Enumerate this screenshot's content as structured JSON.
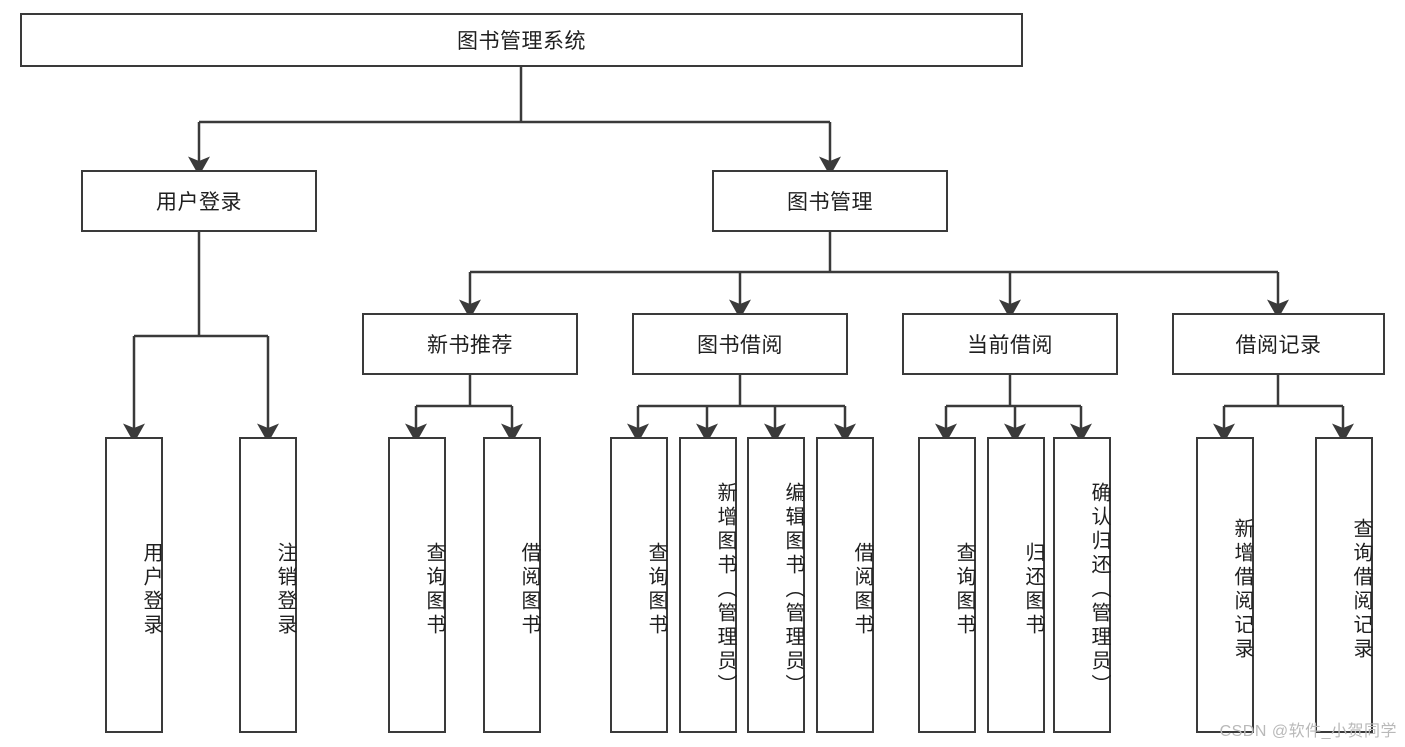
{
  "diagram": {
    "type": "tree-hierarchy",
    "title": "图书管理系统",
    "root": {
      "label": "图书管理系统"
    },
    "level2": [
      {
        "label": "用户登录"
      },
      {
        "label": "图书管理"
      }
    ],
    "level3": [
      {
        "label": "新书推荐",
        "parent": "图书管理"
      },
      {
        "label": "图书借阅",
        "parent": "图书管理"
      },
      {
        "label": "当前借阅",
        "parent": "图书管理"
      },
      {
        "label": "借阅记录",
        "parent": "图书管理"
      }
    ],
    "leaves": [
      {
        "label": "用户登录",
        "parent": "用户登录"
      },
      {
        "label": "注销登录",
        "parent": "用户登录"
      },
      {
        "label": "查询图书",
        "parent": "新书推荐"
      },
      {
        "label": "借阅图书",
        "parent": "新书推荐"
      },
      {
        "label": "查询图书",
        "parent": "图书借阅"
      },
      {
        "label": "新增图书（管理员）",
        "parent": "图书借阅"
      },
      {
        "label": "编辑图书（管理员）",
        "parent": "图书借阅"
      },
      {
        "label": "借阅图书",
        "parent": "图书借阅"
      },
      {
        "label": "查询图书",
        "parent": "当前借阅"
      },
      {
        "label": "归还图书",
        "parent": "当前借阅"
      },
      {
        "label": "确认归还（管理员）",
        "parent": "当前借阅"
      },
      {
        "label": "新增借阅记录",
        "parent": "借阅记录"
      },
      {
        "label": "查询借阅记录",
        "parent": "借阅记录"
      }
    ]
  },
  "watermark": {
    "text": "CSDN @软件_小贺同学"
  },
  "colors": {
    "stroke": "#3a3a3a",
    "background": "#ffffff",
    "text": "#1f1f1f",
    "watermark": "#b9b9b9"
  }
}
